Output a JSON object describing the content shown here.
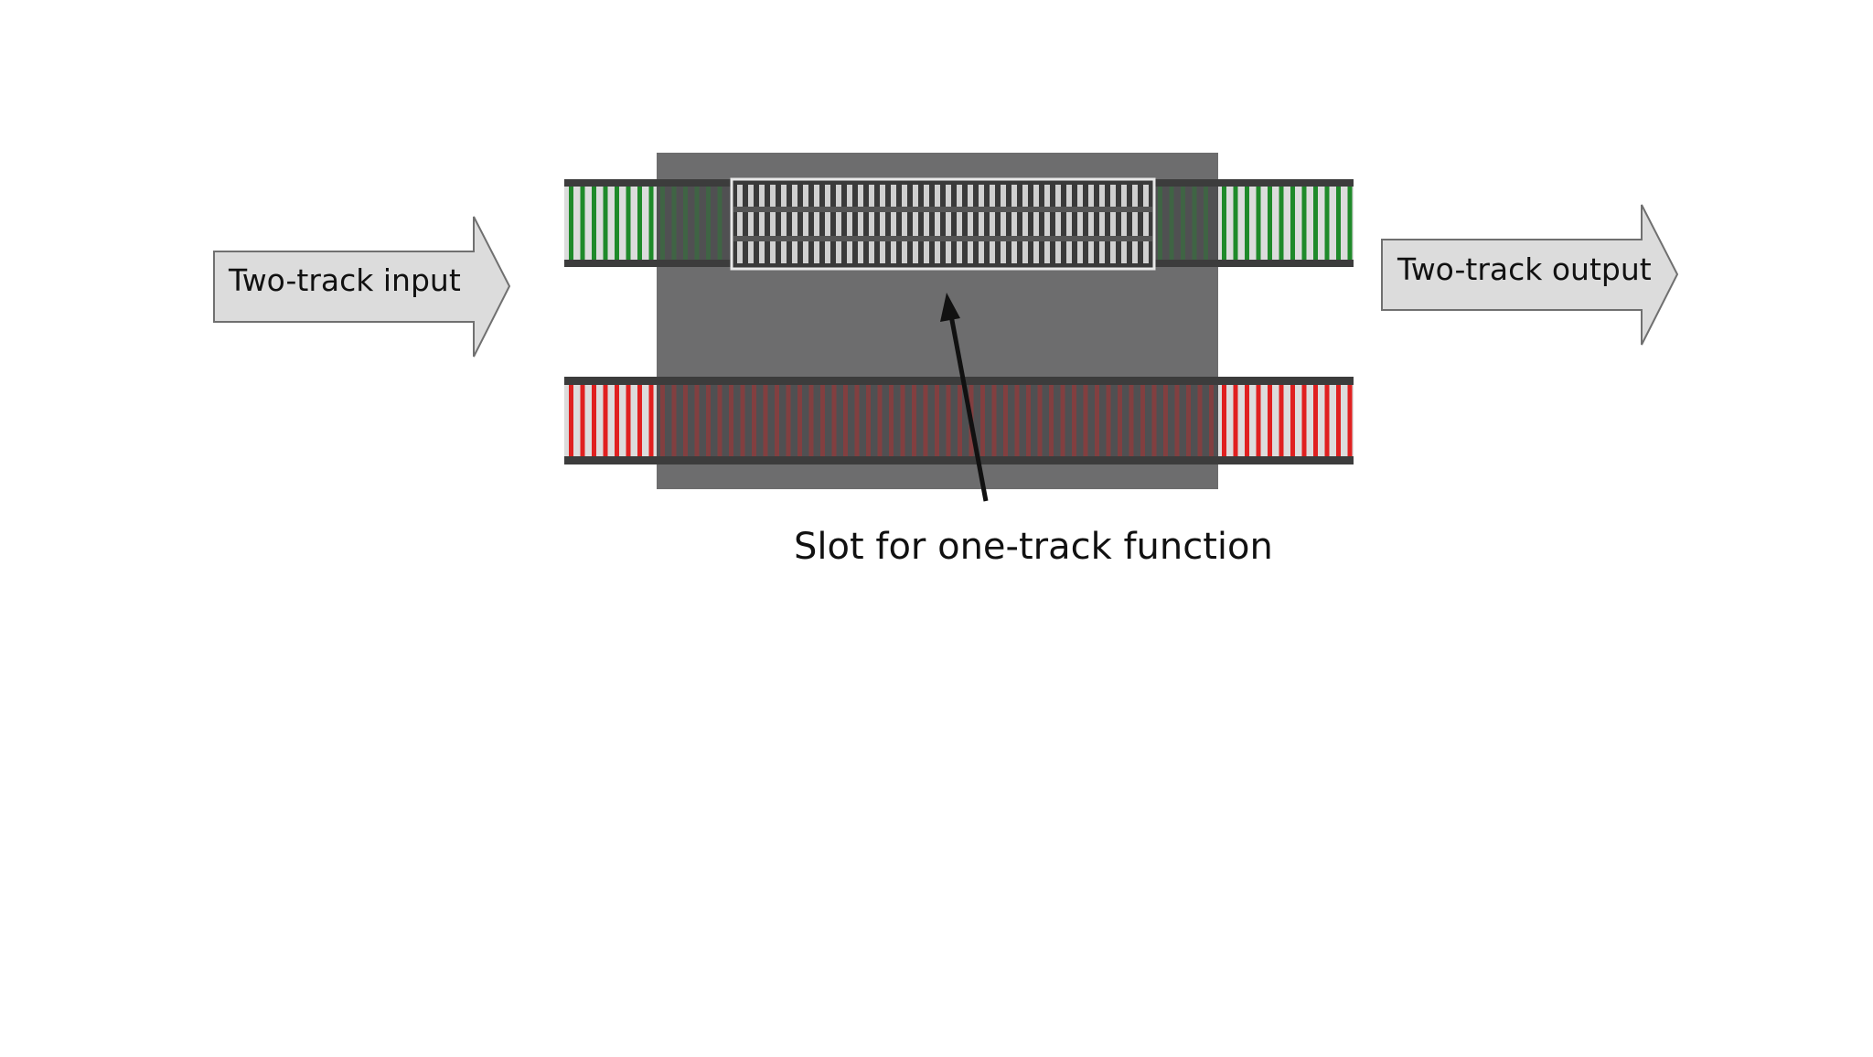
{
  "labels": {
    "input": "Two-track input",
    "output": "Two-track output",
    "slot": "Slot for one-track function"
  },
  "colors": {
    "background": "#ffffff",
    "arrow_fill": "#dcdcdc",
    "arrow_stroke": "#707070",
    "housing": "#6d6d6e",
    "rail": "#3c3c3c",
    "success_tie": "#1f8a2a",
    "failure_tie": "#e02020",
    "slot_tie": "#d0d0d0",
    "pointer": "#111111"
  },
  "icons": {
    "input_arrow": "block-arrow-right",
    "output_arrow": "block-arrow-right",
    "pointer": "arrow-up"
  }
}
